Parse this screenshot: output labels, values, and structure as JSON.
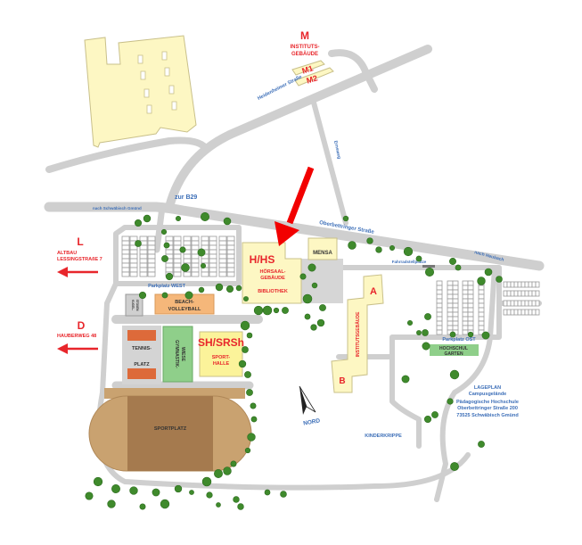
{
  "map": {
    "buildings": {
      "m_letter": "M",
      "m_label": [
        "INSTITUTS-",
        "GEBÄUDE"
      ],
      "m1": "M1",
      "m2": "M2",
      "hhs_letter": "H/HS",
      "hhs_label": [
        "HÖRSAAL-",
        "GEBÄUDE"
      ],
      "bibliothek": "BIBLIOTHEK",
      "mensa": "MENSA",
      "a_letter": "A",
      "b_letter": "B",
      "institutsgebaeude": "INSTITUTSGEBÄUDE",
      "sh_letter": "SH/SRSh",
      "sporthalle": [
        "SPORT-",
        "HALLE"
      ],
      "kinderkrippe": "KINDERKRIPPE"
    },
    "facilities": {
      "beach": [
        "BEACH-",
        "VOLLEYBALL"
      ],
      "kugel": [
        "KUGEL-",
        "STOßEN"
      ],
      "tennis": [
        "TENNIS-",
        "PLATZ"
      ],
      "gymnastik": [
        "GYMNASTIK-",
        "WIESE"
      ],
      "sportplatz": "SPORTPLATZ",
      "hochschulgarten": [
        "HOCHSCHUL",
        "GARTEN"
      ]
    },
    "streets": {
      "heidenheimer": "Heidenheimer Straße",
      "ernsweg": "Ernsweg",
      "oberbettringer": "Oberbettringer Straße",
      "zur_b29": "zur B29",
      "nach_gmuend": "nach Schwäbisch Gmünd",
      "nach_heubach": "nach Heubach",
      "fahrrad": "Fahrradstellplätze",
      "parkplatz_west": "Parkplatz WEST",
      "parkplatz_ost": "Parkplatz OST"
    },
    "external": {
      "l_letter": "L",
      "l_label": [
        "ALTBAU",
        "LESSINGSTRAßE 7"
      ],
      "d_letter": "D",
      "d_label": "HAUBERWEG 48"
    },
    "north": "NORD",
    "legend": [
      "LAGEPLAN",
      "Campusgelände",
      "Pädagogische Hochschule",
      "Oberbettringer Straße 200",
      "73525 Schwäbisch Gmünd"
    ],
    "colors": {
      "accent": "#e8262b",
      "building": "#fdf7c3",
      "road": "#cfcfcf",
      "label": "#3d6fb8",
      "tree": "#3f8a2c"
    }
  }
}
